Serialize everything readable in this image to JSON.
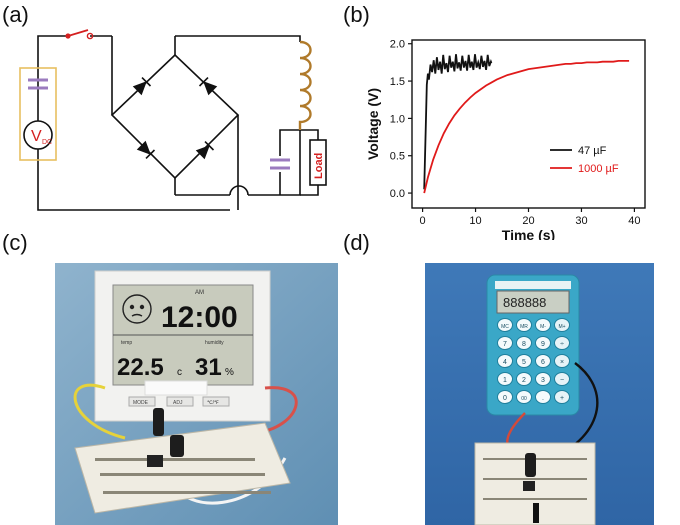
{
  "panels": {
    "a": "(a)",
    "b": "(b)",
    "c": "(c)",
    "d": "(d)"
  },
  "circuit": {
    "source_label": "V",
    "source_subscript": "DC",
    "load_label": "Load",
    "colors": {
      "wire": "#111111",
      "capacitor": "#9b7bbf",
      "inductor": "#b07a2a",
      "highlight_box": "#e8c060",
      "source": "#d42020",
      "switch": "#d42020"
    }
  },
  "chart_data": {
    "type": "line",
    "xlabel": "Time (s)",
    "ylabel": "Voltage (V)",
    "xlim": [
      -2,
      42
    ],
    "ylim": [
      -0.2,
      2.05
    ],
    "xticks": [
      0,
      10,
      20,
      30,
      40
    ],
    "yticks": [
      0.0,
      0.5,
      1.0,
      1.5,
      2.0
    ],
    "xtick_labels": [
      "0",
      "10",
      "20",
      "30",
      "40"
    ],
    "ytick_labels": [
      "0.0",
      "0.5",
      "1.0",
      "1.5",
      "2.0"
    ],
    "grid": false,
    "legend": "bottom-right",
    "series": [
      {
        "name": "47 µF",
        "color": "#111111",
        "x": [
          0.3,
          0.6,
          0.8,
          1.0,
          1.2,
          1.5,
          1.8,
          2.1,
          2.4,
          2.7,
          3.0,
          3.3,
          3.6,
          3.9,
          4.2,
          4.5,
          4.8,
          5.1,
          5.4,
          5.7,
          6.0,
          6.3,
          6.6,
          6.9,
          7.2,
          7.5,
          7.8,
          8.1,
          8.4,
          8.7,
          9.0,
          9.3,
          9.6,
          9.9,
          10.2,
          10.5,
          10.8,
          11.1,
          11.4,
          11.7,
          12.0,
          12.3,
          12.6,
          12.9,
          13.0
        ],
        "y": [
          0.05,
          0.9,
          1.45,
          1.6,
          1.52,
          1.72,
          1.62,
          1.78,
          1.6,
          1.82,
          1.65,
          1.76,
          1.6,
          1.85,
          1.66,
          1.74,
          1.62,
          1.84,
          1.68,
          1.76,
          1.63,
          1.86,
          1.67,
          1.75,
          1.64,
          1.84,
          1.68,
          1.77,
          1.64,
          1.85,
          1.68,
          1.76,
          1.65,
          1.86,
          1.68,
          1.75,
          1.66,
          1.84,
          1.69,
          1.77,
          1.65,
          1.85,
          1.7,
          1.76,
          1.74
        ]
      },
      {
        "name": "1000 µF",
        "color": "#e01a1a",
        "x": [
          0.3,
          1,
          2,
          3,
          4,
          5,
          6,
          7,
          8,
          9,
          10,
          11,
          12,
          13,
          14,
          15,
          16,
          17,
          18,
          19,
          20,
          21,
          22,
          23,
          24,
          25,
          26,
          27,
          28,
          29,
          30,
          31,
          32,
          33,
          34,
          35,
          36,
          37,
          38,
          39
        ],
        "y": [
          0.0,
          0.21,
          0.45,
          0.64,
          0.8,
          0.93,
          1.04,
          1.13,
          1.21,
          1.28,
          1.34,
          1.39,
          1.44,
          1.48,
          1.52,
          1.55,
          1.58,
          1.6,
          1.62,
          1.64,
          1.66,
          1.67,
          1.68,
          1.69,
          1.7,
          1.71,
          1.72,
          1.73,
          1.73,
          1.74,
          1.74,
          1.75,
          1.75,
          1.75,
          1.76,
          1.76,
          1.76,
          1.77,
          1.77,
          1.77
        ]
      }
    ]
  },
  "photo_c": {
    "display_time": "12:00",
    "display_am": "AM",
    "display_temp": "22.5",
    "display_temp_unit": "c",
    "display_humidity": "31",
    "display_humidity_unit": "%",
    "display_temp_caption": "temp",
    "display_humidity_caption": "humidity",
    "buttons": [
      "MODE",
      "ADJ",
      "℃/℉"
    ]
  },
  "photo_d": {
    "calc_display": "888888",
    "calc_keys": [
      [
        "MC",
        "MR",
        "M-",
        "M+"
      ],
      [
        "7",
        "8",
        "9",
        "÷"
      ],
      [
        "4",
        "5",
        "6",
        "×"
      ],
      [
        "1",
        "2",
        "3",
        "−"
      ],
      [
        "0",
        "00",
        ".",
        "+"
      ]
    ]
  }
}
